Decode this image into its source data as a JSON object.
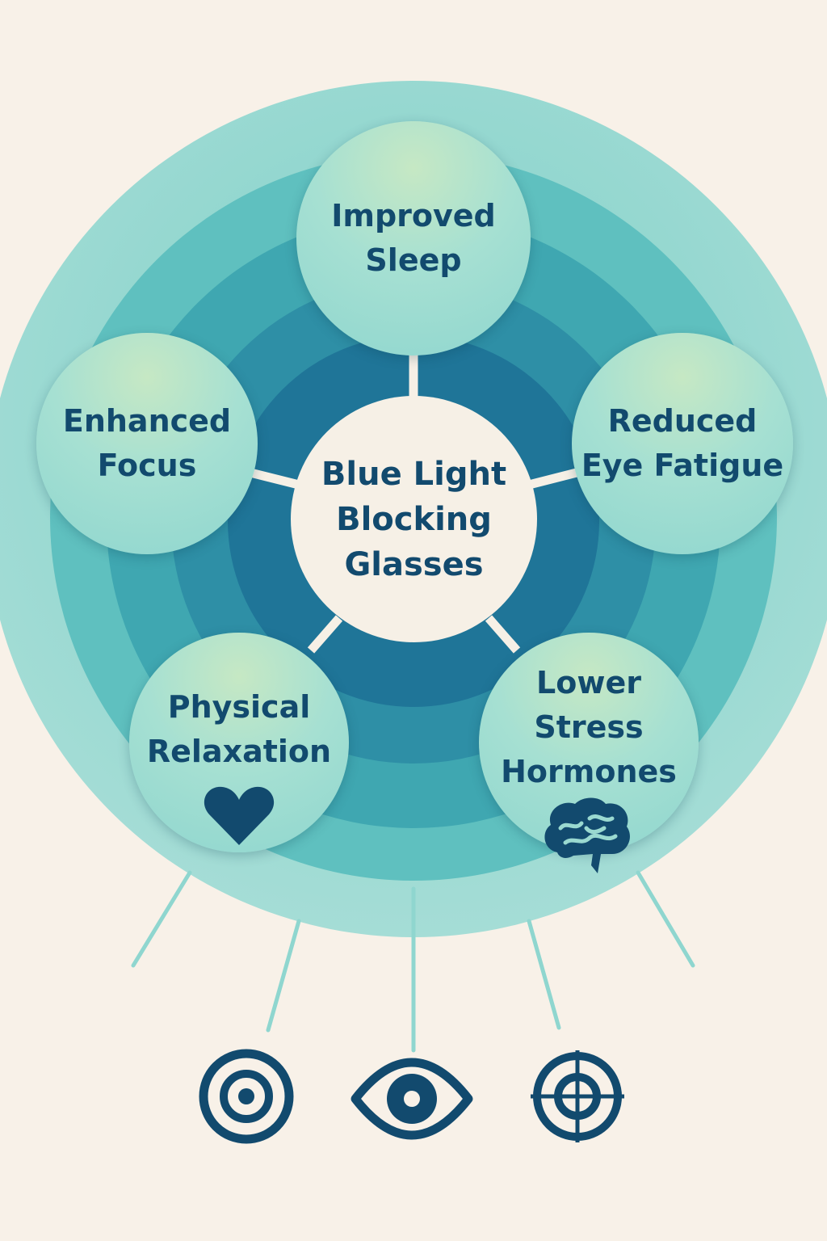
{
  "center": {
    "lines": [
      "Blue Light",
      "Blocking",
      "Glasses"
    ]
  },
  "benefits": [
    {
      "lines": [
        "Improved",
        "Sleep"
      ]
    },
    {
      "lines": [
        "Enhanced",
        "Focus"
      ]
    },
    {
      "lines": [
        "Reduced",
        "Eye Fatigue"
      ]
    },
    {
      "lines": [
        "Physical",
        "Relaxation"
      ],
      "icon": "heart-icon"
    },
    {
      "lines": [
        "Lower",
        "Stress",
        "Hormones"
      ],
      "icon": "brain-icon"
    }
  ],
  "bottom_icons": [
    "target-icon",
    "eye-icon",
    "crosshair-icon"
  ],
  "colors": {
    "background": "#f8f1e8",
    "icon": "#124a6e",
    "outer_ring": "#8fd6cf",
    "inner_ring": "#1f7598"
  }
}
